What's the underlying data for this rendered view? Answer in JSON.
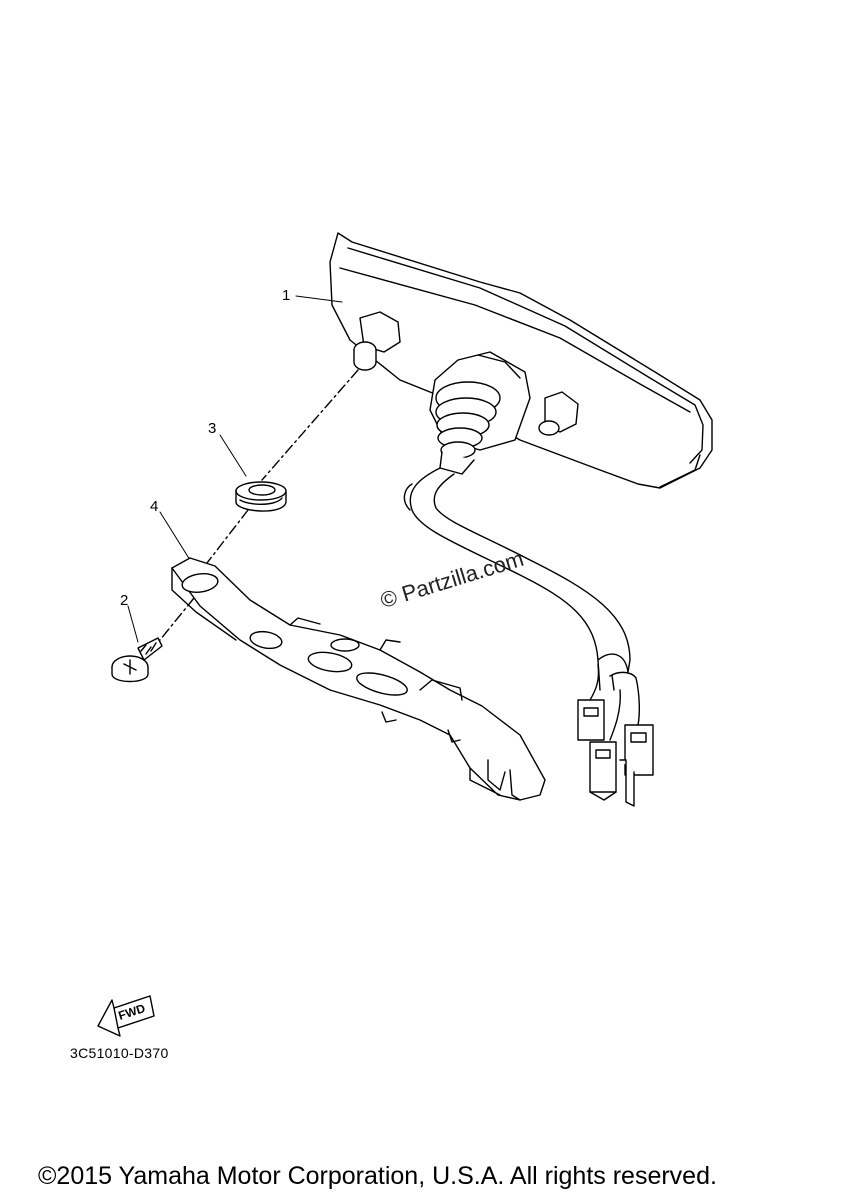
{
  "callouts": {
    "c1": "1",
    "c2": "2",
    "c3": "3",
    "c4": "4"
  },
  "watermark": "© Partzilla.com",
  "fwd_label": "FWD",
  "diagram_code": "3C51010-D370",
  "copyright": "©2015 Yamaha Motor Corporation, U.S.A. All rights reserved."
}
